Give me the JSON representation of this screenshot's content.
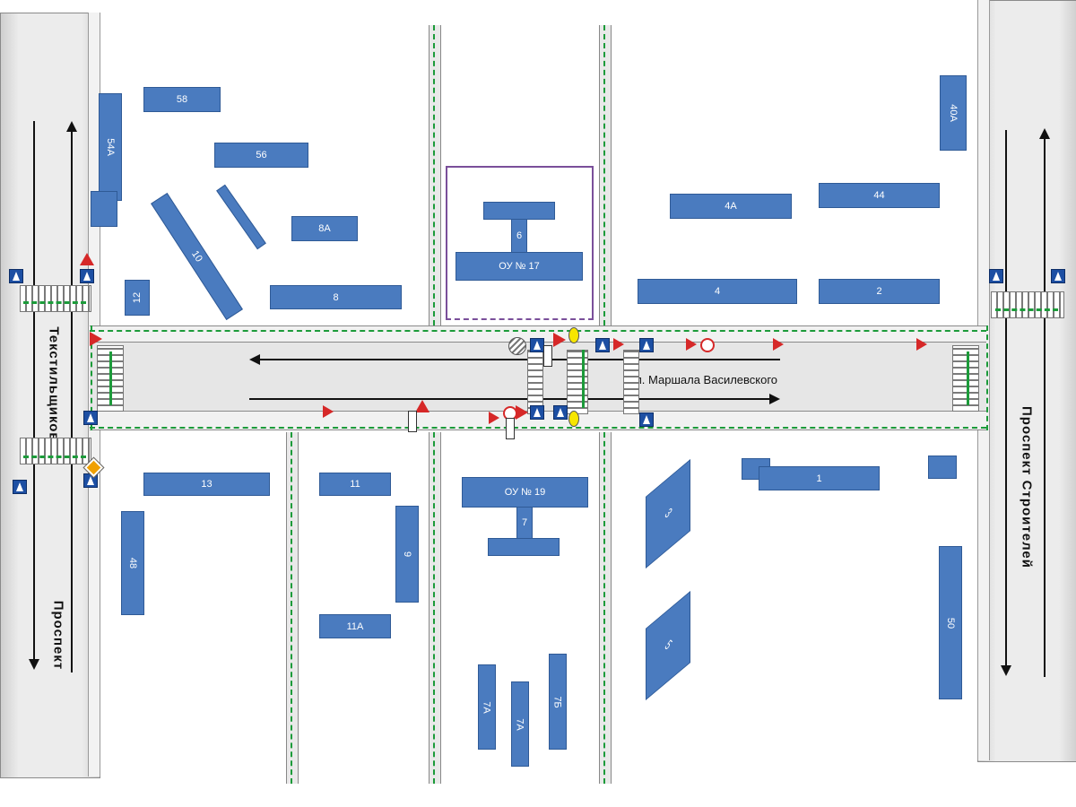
{
  "streets": {
    "left_top": "Текстильщиков",
    "left_bottom": "Проспект",
    "right": "Проспект Строителей",
    "main": "ул. Маршала Василевского"
  },
  "buildings": [
    {
      "id": "b58",
      "label": "58"
    },
    {
      "id": "b56",
      "label": "56"
    },
    {
      "id": "b54a",
      "label": "54А"
    },
    {
      "id": "b8a",
      "label": "8А"
    },
    {
      "id": "b10",
      "label": "10"
    },
    {
      "id": "b12",
      "label": "12"
    },
    {
      "id": "b8",
      "label": "8"
    },
    {
      "id": "b6",
      "label": "6"
    },
    {
      "id": "bou17",
      "label": "ОУ № 17"
    },
    {
      "id": "b4a",
      "label": "4А"
    },
    {
      "id": "b44",
      "label": "44"
    },
    {
      "id": "b40a",
      "label": "40А"
    },
    {
      "id": "b4",
      "label": "4"
    },
    {
      "id": "b2",
      "label": "2"
    },
    {
      "id": "b13",
      "label": "13"
    },
    {
      "id": "b11",
      "label": "11"
    },
    {
      "id": "bou19",
      "label": "ОУ № 19"
    },
    {
      "id": "b7",
      "label": "7"
    },
    {
      "id": "b3",
      "label": "3"
    },
    {
      "id": "b1",
      "label": "1"
    },
    {
      "id": "b48",
      "label": "48"
    },
    {
      "id": "b9",
      "label": "9"
    },
    {
      "id": "b11a",
      "label": "11А"
    },
    {
      "id": "b5",
      "label": "5"
    },
    {
      "id": "b50",
      "label": "50"
    },
    {
      "id": "b7a1",
      "label": "7А"
    },
    {
      "id": "b7a2",
      "label": "7А"
    },
    {
      "id": "b7b",
      "label": "7Б"
    }
  ],
  "colors": {
    "building": "#4a7bbf",
    "pedestrian_path": "#1c9b3a",
    "school_boundary": "#7a4f9a",
    "sign_blue": "#1d4fa3",
    "sign_red": "#d62828"
  }
}
